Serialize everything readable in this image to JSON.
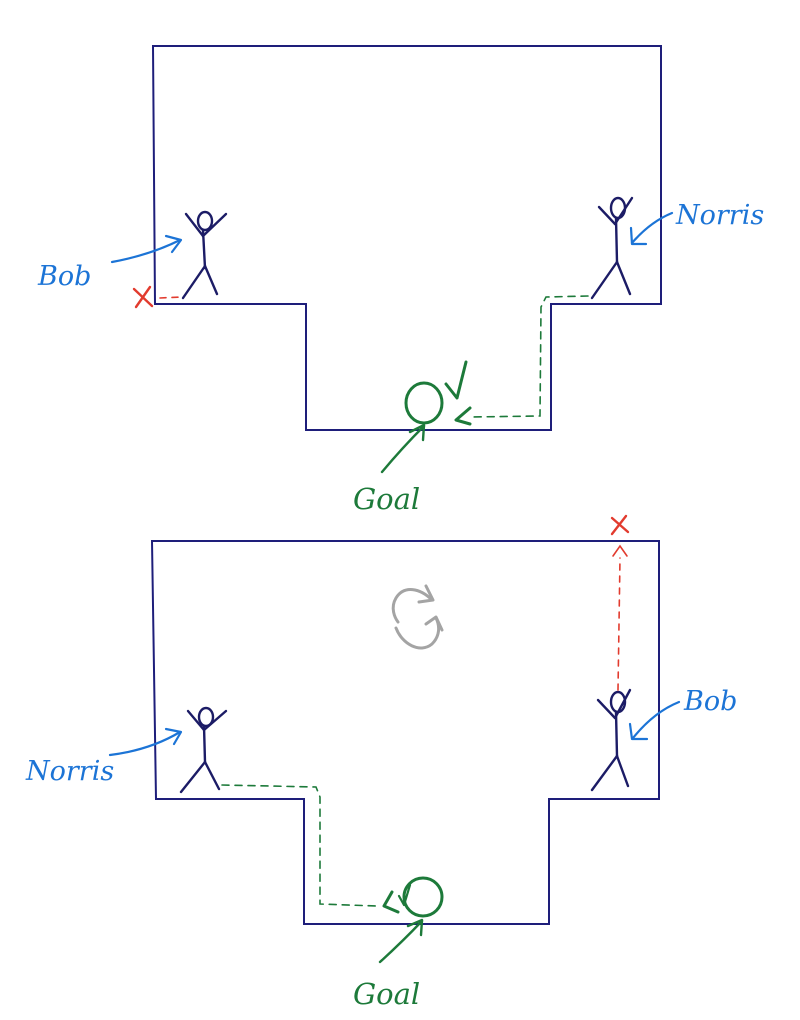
{
  "diagram": {
    "top_scene": {
      "labels": {
        "left_person": "Bob",
        "right_person": "Norris",
        "goal": "Goal"
      }
    },
    "bottom_scene": {
      "labels": {
        "left_person": "Norris",
        "right_person": "Bob",
        "goal": "Goal"
      }
    },
    "colors": {
      "room_outline": "#1e1e7a",
      "person": "#1c1c66",
      "label_blue": "#1c74d6",
      "goal_green": "#1d7a3a",
      "blocked_red": "#e23b2e",
      "rotate_icon_gray": "#a4a4a4"
    },
    "icons": [
      "stick-figure-icon",
      "goal-circle-icon",
      "checkmark-icon",
      "cross-icon",
      "rotate-icon"
    ]
  }
}
